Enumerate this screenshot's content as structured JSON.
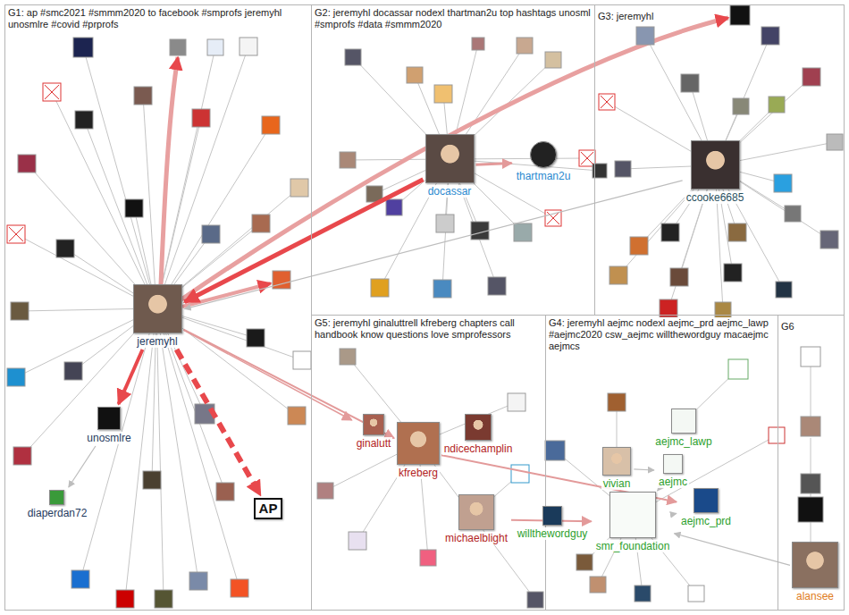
{
  "diagram": {
    "nodes": [
      {
        "text": [
          "G1: ap #smc2021 #smmm2020 to facebook #smprofs jeremyhl unosmlre #covid #prprofs"
        ]
      },
      {
        "text": [
          "jeremyhl"
        ],
        "in": 0
      },
      {
        "text": [
          "unosmlre"
        ],
        "in": 0
      },
      {
        "text": [
          "diaperdan72"
        ],
        "in": 0
      },
      {
        "text": [
          "AP"
        ],
        "in": 0
      },
      {
        "text": [
          "G2: jeremyhl docassar nodexl thartman2u top hashtags unosml #smprofs #data #smmm2020"
        ]
      },
      {
        "text": [
          "docassar"
        ],
        "in": 5
      },
      {
        "text": [
          "thartman2u"
        ],
        "in": 5
      },
      {
        "text": [
          "G3: jeremyhl"
        ]
      },
      {
        "text": [
          "ccooke6685"
        ],
        "in": 8
      },
      {
        "text": [
          "G5: jeremyhl ginaluttrell kfreberg chapters call handbook know questions love smprofessors"
        ]
      },
      {
        "text": [
          "ginalutt"
        ],
        "in": 10
      },
      {
        "text": [
          "ndicechamplin"
        ],
        "in": 10
      },
      {
        "text": [
          "kfreberg"
        ],
        "in": 10
      },
      {
        "text": [
          "michaelblight"
        ],
        "in": 10
      },
      {
        "text": [
          "G4: jeremyhl aejmc nodexl aejmc_prd aejmc_lawp #aejmc2020 csw_aejmc willthewordguy macaejmc aejmcs"
        ]
      },
      {
        "text": [
          "aejmc_lawp"
        ],
        "in": 15
      },
      {
        "text": [
          "aejmc"
        ],
        "in": 15
      },
      {
        "text": [
          "vivian"
        ],
        "in": 15
      },
      {
        "text": [
          "aejmc_prd"
        ],
        "in": 15
      },
      {
        "text": [
          "willthewordguy"
        ],
        "in": 15
      },
      {
        "text": [
          "smr_foundation"
        ],
        "in": 15
      },
      {
        "text": [
          "G6"
        ]
      },
      {
        "text": [
          "alansee"
        ],
        "in": 22
      }
    ],
    "edges": [
      {
        "from": 1,
        "to": 4,
        "arrow": "to"
      },
      {
        "from": 1,
        "to": 2,
        "arrow": "to"
      },
      {
        "from": 6,
        "to": 1,
        "arrow": "to"
      },
      {
        "from": 6,
        "to": 7,
        "arrow": "to"
      },
      {
        "from": 9,
        "to": 1,
        "arrow": "to"
      },
      {
        "from": 1,
        "to": 13,
        "arrow": "to"
      },
      {
        "from": 13,
        "to": 19,
        "arrow": "to"
      },
      {
        "from": 14,
        "to": 21,
        "arrow": "to"
      },
      {
        "from": 2,
        "to": 3,
        "arrow": "to"
      },
      {
        "from": 21,
        "to": 17,
        "arrow": "to"
      },
      {
        "from": 23,
        "to": 21,
        "arrow": "to"
      },
      {
        "from": 18,
        "to": 17,
        "arrow": "to"
      },
      {
        "from": 21,
        "to": 19,
        "arrow": "to"
      },
      {
        "from": 1,
        "to": 11,
        "arrow": "to"
      }
    ]
  }
}
